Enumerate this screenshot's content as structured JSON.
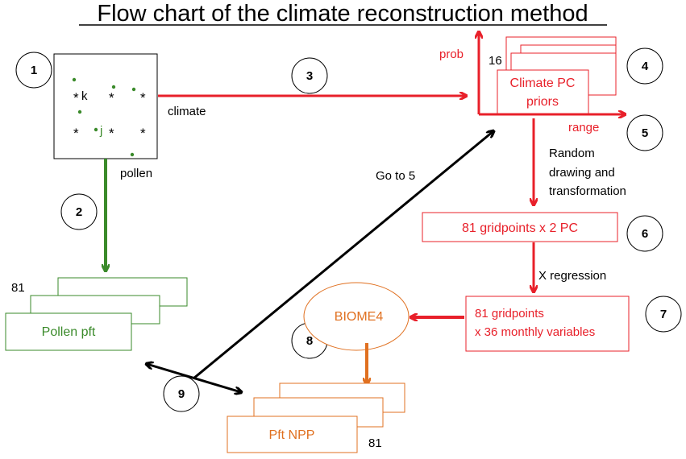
{
  "title": "Flow chart of the climate reconstruction method",
  "step_numbers": [
    "1",
    "2",
    "3",
    "4",
    "5",
    "6",
    "7",
    "8",
    "9"
  ],
  "grid": {
    "k_label": "k",
    "j_label": "j",
    "star": "*"
  },
  "labels": {
    "climate": "climate",
    "pollen": "pollen",
    "prob": "prob",
    "range": "range",
    "go_to_5": "Go to 5",
    "random_line1": "Random",
    "random_line2": "drawing and",
    "random_line3": "transformation",
    "x_regression": "X regression"
  },
  "boxes": {
    "climate_pc_line1": "Climate PC",
    "climate_pc_line2": "priors",
    "climate_pc_count": "16",
    "gridpoints_pc": "81 gridpoints x 2 PC",
    "gridpoints_monthly_line1": "81 gridpoints",
    "gridpoints_monthly_line2": "x 36 monthly variables",
    "biome4": "BIOME4",
    "pollen_pft": "Pollen pft",
    "pollen_pft_count": "81",
    "pft_npp": "Pft NPP",
    "pft_npp_count": "81"
  },
  "colors": {
    "red": "#e8202a",
    "green": "#3a8a2a",
    "orange": "#e07020",
    "black": "#000000"
  }
}
